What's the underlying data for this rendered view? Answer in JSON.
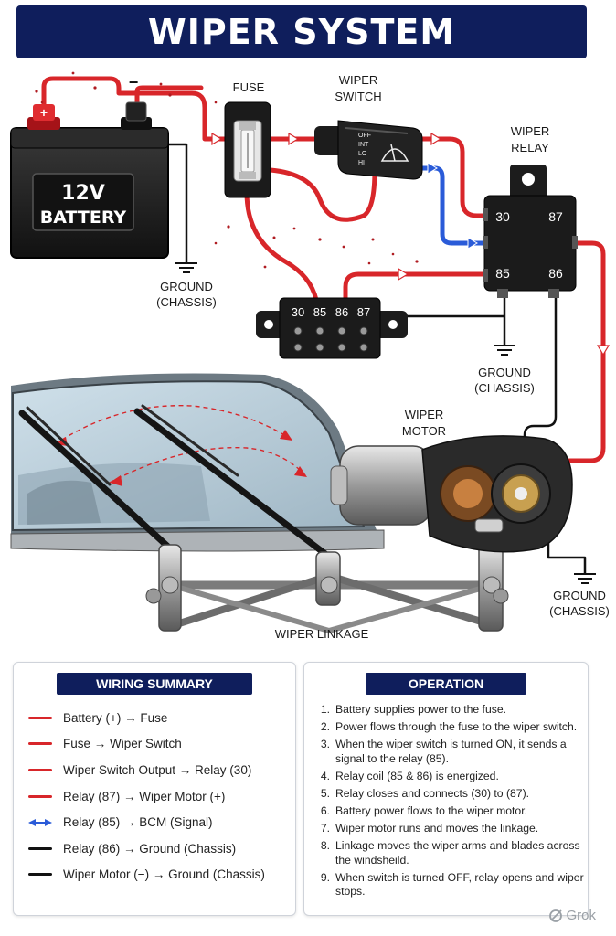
{
  "title": "WIPER SYSTEM",
  "battery": {
    "voltage": "12V",
    "name": "BATTERY",
    "plus": "+",
    "minus": "−"
  },
  "labels": {
    "fuse": "FUSE",
    "switch_line1": "WIPER",
    "switch_line2": "SWITCH",
    "relay_line1": "WIPER",
    "relay_line2": "RELAY",
    "motor_line1": "WIPER",
    "motor_line2": "MOTOR",
    "ground_line1": "GROUND",
    "ground_line2": "(CHASSIS)",
    "linkage": "WIPER LINKAGE"
  },
  "switch_positions": [
    "OFF",
    "INT",
    "LO",
    "HI"
  ],
  "relay_pins": [
    "30",
    "87",
    "85",
    "86"
  ],
  "connector_pins": [
    "30",
    "85",
    "86",
    "87"
  ],
  "wiring_summary": {
    "heading": "WIRING SUMMARY",
    "items": [
      {
        "text": "Battery (+) → Fuse",
        "style": "red"
      },
      {
        "text": "Fuse → Wiper Switch",
        "style": "red"
      },
      {
        "text": "Wiper Switch Output → Relay (30)",
        "style": "red"
      },
      {
        "text": "Relay (87) → Wiper Motor (+)",
        "style": "red"
      },
      {
        "text": "Relay (85) → BCM (Signal)",
        "style": "blue"
      },
      {
        "text": "Relay (86) → Ground (Chassis)",
        "style": "black"
      },
      {
        "text": "Wiper Motor (−) → Ground (Chassis)",
        "style": "black"
      }
    ]
  },
  "operation": {
    "heading": "OPERATION",
    "steps": [
      {
        "num": "1.",
        "text": "Battery supplies power to the fuse."
      },
      {
        "num": "2.",
        "text": "Power flows through the fuse to the wiper switch."
      },
      {
        "num": "3.",
        "text": "When the wiper switch is turned ON, it sends a signal to the relay (85)."
      },
      {
        "num": "4.",
        "text": "Relay coil (85 & 86) is energized."
      },
      {
        "num": "5.",
        "text": "Relay closes and connects (30) to (87)."
      },
      {
        "num": "6.",
        "text": "Battery power flows to the wiper motor."
      },
      {
        "num": "7.",
        "text": "Wiper motor runs and moves the linkage."
      },
      {
        "num": "8.",
        "text": "Linkage moves the wiper arms and blades across the windsheild."
      },
      {
        "num": "9.",
        "text": "When switch is turned OFF, relay opens and wiper stops."
      }
    ]
  },
  "brand": "Grok",
  "colors": {
    "navy": "#0f1e5c",
    "red_wire": "#d8262a",
    "blue_wire": "#2a5bd8",
    "black_wire": "#111111"
  }
}
